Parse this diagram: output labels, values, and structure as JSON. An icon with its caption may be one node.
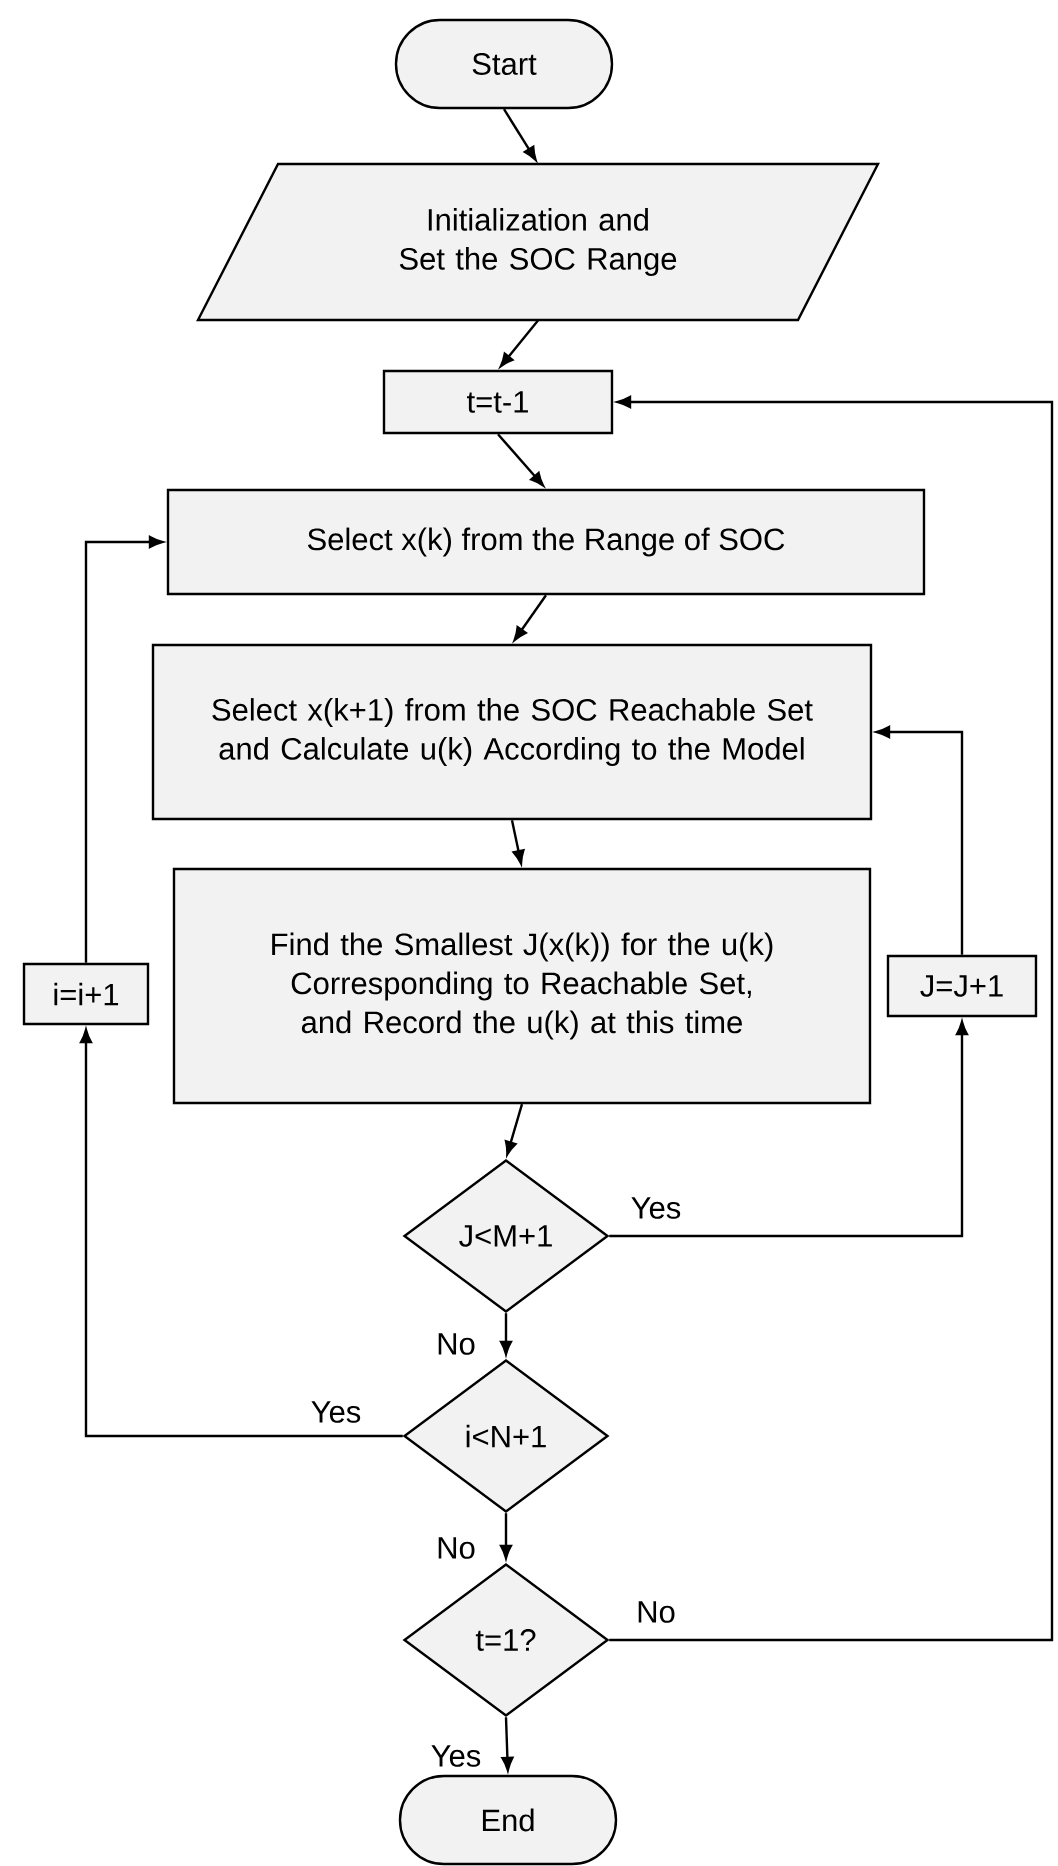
{
  "diagram": {
    "nodes": [
      {
        "text": [
          "Start"
        ]
      },
      {
        "text": [
          "Initialization and Set the SOC Range"
        ]
      },
      {
        "text": [
          "t=t-1"
        ]
      },
      {
        "text": [
          "Select x(k) from the Range of SOC"
        ]
      },
      {
        "text": [
          "Select x(k+1) from the SOC Reachable Set and Calculate u(k) According to the Model"
        ]
      },
      {
        "text": [
          "Find the Smallest J(x(k)) for the u(k) Corresponding to Reachable Set, and Record the u(k) at this time"
        ]
      },
      {
        "text": [
          "i=i+1"
        ]
      },
      {
        "text": [
          "J=J+1"
        ]
      },
      {
        "text": [
          "J<M+1"
        ]
      },
      {
        "text": [
          "i<N+1"
        ]
      },
      {
        "text": [
          "t=1?"
        ]
      },
      {
        "text": [
          "End"
        ]
      }
    ],
    "edges": [
      {
        "from": 0,
        "to": 1,
        "arrow": "to"
      },
      {
        "from": 1,
        "to": 2,
        "arrow": "to"
      },
      {
        "from": 2,
        "to": 3,
        "arrow": "to"
      },
      {
        "from": 3,
        "to": 4,
        "arrow": "to"
      },
      {
        "from": 4,
        "to": 5,
        "arrow": "to"
      },
      {
        "from": 5,
        "to": 8,
        "arrow": "to"
      },
      {
        "from": 8,
        "to": 7,
        "arrow": "to",
        "label": "Yes"
      },
      {
        "from": 7,
        "to": 4,
        "arrow": "to"
      },
      {
        "from": 8,
        "to": 9,
        "arrow": "to",
        "label": "No"
      },
      {
        "from": 9,
        "to": 6,
        "arrow": "to",
        "label": "Yes"
      },
      {
        "from": 6,
        "to": 3,
        "arrow": "to"
      },
      {
        "from": 9,
        "to": 10,
        "arrow": "to",
        "label": "No"
      },
      {
        "from": 10,
        "to": 2,
        "arrow": "to",
        "label": "No"
      },
      {
        "from": 10,
        "to": 11,
        "arrow": "to",
        "label": "Yes"
      }
    ]
  }
}
